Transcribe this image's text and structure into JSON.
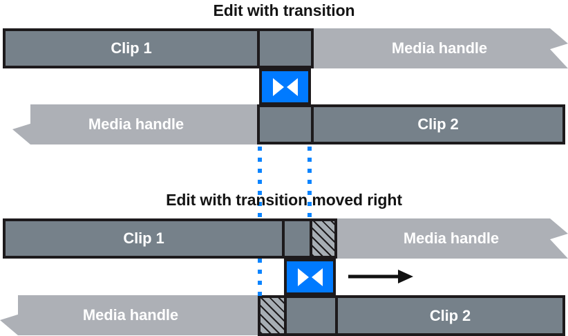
{
  "diagrams": [
    {
      "title": "Edit with transition",
      "rows": {
        "top": {
          "clip_label": "Clip 1",
          "handle_label": "Media handle"
        },
        "bottom": {
          "handle_label": "Media handle",
          "clip_label": "Clip 2"
        }
      },
      "transition": {
        "icon": "transition-bowtie-icon"
      }
    },
    {
      "title": "Edit with transition moved right",
      "rows": {
        "top": {
          "clip_label": "Clip 1",
          "handle_label": "Media handle"
        },
        "bottom": {
          "handle_label": "Media handle",
          "clip_label": "Clip 2"
        }
      },
      "transition": {
        "icon": "transition-bowtie-icon"
      },
      "move_arrow": {
        "icon": "arrow-right-icon",
        "direction": "right"
      }
    }
  ],
  "colors": {
    "clip_fill": "#76818a",
    "handle_fill": "#adb0b6",
    "transition_fill": "#007aff",
    "guide_line": "#0b84ff",
    "outline": "#1d1a1c",
    "label_text": "#ffffff",
    "title_text": "#141414",
    "hatch_fill": "#a7aeb4"
  }
}
